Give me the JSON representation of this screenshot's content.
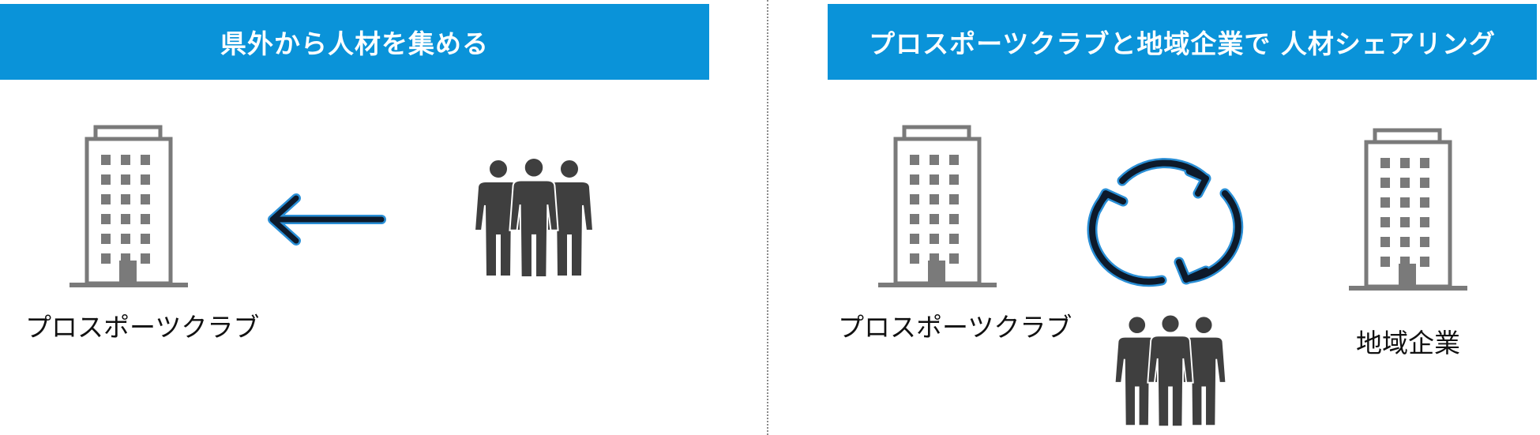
{
  "colors": {
    "banner": "#0a93d9",
    "icon_gray": "#7a7a7a",
    "people_dark": "#3f3f3f",
    "arrow_dark": "#0d1a2b",
    "arrow_glow": "#2a8fd6"
  },
  "left_panel": {
    "title": "県外から人材を集める",
    "building_label": "プロスポーツクラブ",
    "icons": [
      "building-icon",
      "arrow-left-icon",
      "people-group-icon"
    ]
  },
  "right_panel": {
    "title": "プロスポーツクラブと地域企業で 人材シェアリング",
    "club_label": "プロスポーツクラブ",
    "company_label": "地域企業",
    "icons": [
      "building-icon",
      "cycle-arrows-icon",
      "people-group-icon",
      "building-icon"
    ]
  }
}
